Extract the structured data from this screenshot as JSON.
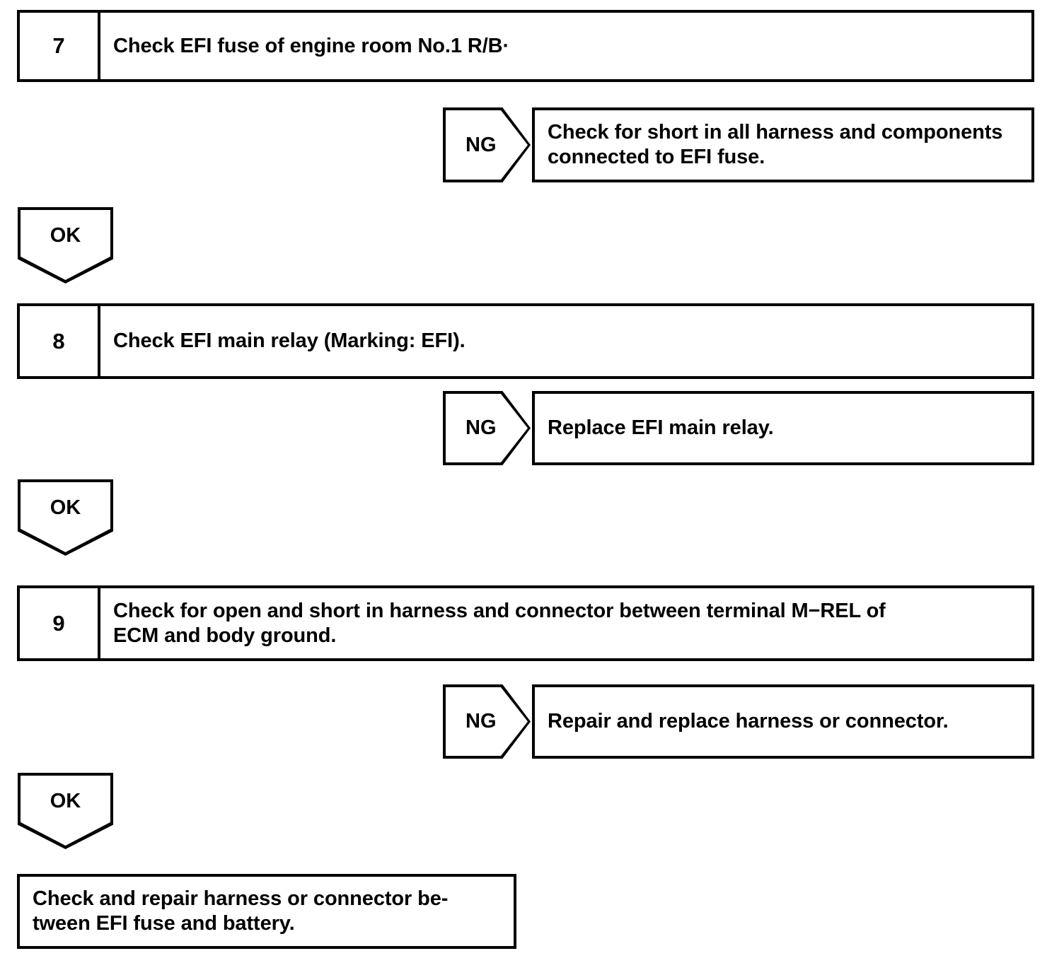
{
  "diagram": {
    "type": "troubleshooting-flowchart",
    "title": "EFI fuse / EFI main relay diagnostic steps",
    "labels": {
      "ng": "NG",
      "ok": "OK"
    },
    "steps": [
      {
        "number": "7",
        "text": "Check EFI fuse of engine room No.1 R/B·",
        "ng_result": "Check for short in all harness and components\nconnected to EFI fuse.",
        "ok_label": "OK"
      },
      {
        "number": "8",
        "text": "Check EFI main relay (Marking: EFI).",
        "ng_result": "Replace EFI main relay.",
        "ok_label": "OK"
      },
      {
        "number": "9",
        "text": "Check for open and short in harness and connector between terminal M−REL of\nECM and body ground.",
        "ng_result": "Repair and replace harness or connector.",
        "ok_label": "OK"
      }
    ],
    "final_box": {
      "text": "Check and repair harness or connector be-\ntween EFI fuse and battery."
    },
    "colors": {
      "stroke": "#000000",
      "fill": "#ffffff",
      "text": "#000000"
    }
  }
}
